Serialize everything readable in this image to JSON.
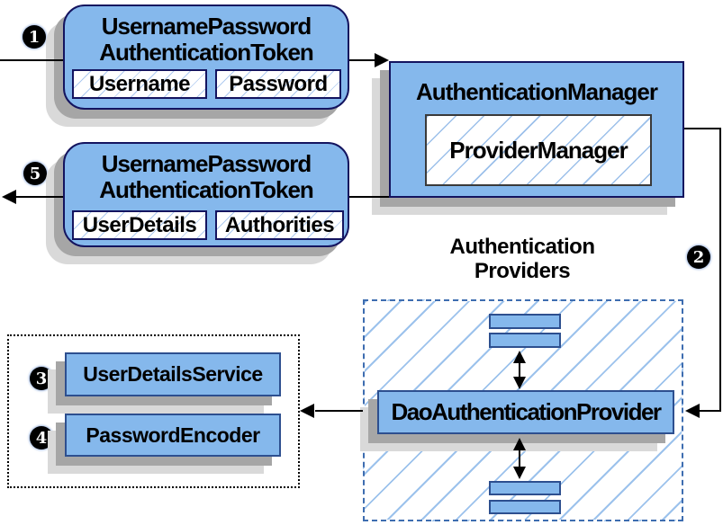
{
  "steps": {
    "s1": "1",
    "s2": "2",
    "s3": "3",
    "s4": "4",
    "s5": "5"
  },
  "boxes": {
    "request_token": {
      "title_line1": "UsernamePassword",
      "title_line2": "AuthenticationToken",
      "fields": [
        "Username",
        "Password"
      ]
    },
    "response_token": {
      "title_line1": "UsernamePassword",
      "title_line2": "AuthenticationToken",
      "fields": [
        "UserDetails",
        "Authorities"
      ]
    },
    "authentication_manager": {
      "title": "AuthenticationManager",
      "inner": "ProviderManager"
    },
    "authentication_providers": {
      "title_line1": "Authentication",
      "title_line2": "Providers",
      "main_provider": "DaoAuthenticationProvider"
    },
    "dao_dependencies": {
      "items": [
        "UserDetailsService",
        "PasswordEncoder"
      ]
    }
  },
  "colors": {
    "box_fill": "#85b8ec",
    "box_border_dark": "#14145f",
    "box_border_mid": "#2d4f8f",
    "hatch_line": "#9cc0ea",
    "dashed_border": "#3e6db0",
    "dotted_border": "#000000",
    "shadow_dark": "#a6a6a6",
    "shadow_light": "#d9d9d9",
    "arrow": "#000000"
  }
}
